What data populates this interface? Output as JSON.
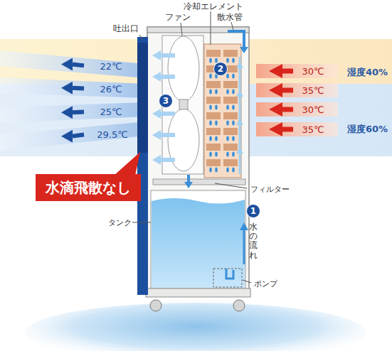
{
  "diagram": {
    "nodes": [
      {
        "text": [
          "湿度40%"
        ]
      },
      {
        "text": [
          "湿度60%"
        ]
      },
      {
        "text": [
          "水滴飛散なし"
        ]
      },
      {
        "text": [
          "1"
        ]
      },
      {
        "text": [
          "2"
        ]
      },
      {
        "text": [
          "3"
        ]
      }
    ],
    "labels": [
      "冷却エレメント",
      "吐出口",
      "ファン",
      "散水管",
      "22℃",
      "26℃",
      "25℃",
      "29.5℃",
      "30℃",
      "35℃",
      "30℃",
      "35℃",
      "フィルター",
      "タンク",
      "水の流れ",
      "ポンプ"
    ]
  }
}
